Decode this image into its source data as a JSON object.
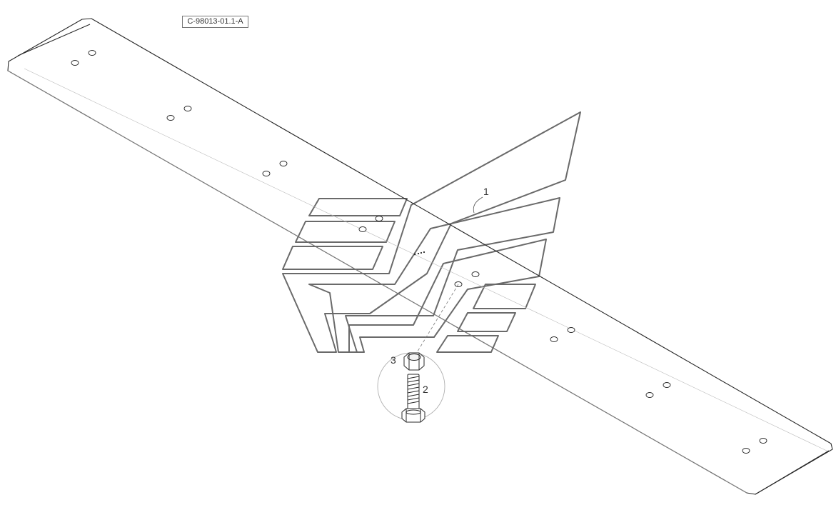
{
  "drawing_id": "C-98013-01.1-A",
  "callouts": {
    "blade": "1",
    "bolt": "2",
    "nut": "3"
  },
  "colors": {
    "line": "#2a2a2a",
    "watermark": "#6a6a6a",
    "detail_circle": "#b0b0b0"
  },
  "parts": [
    {
      "callout": "1",
      "icon": "cutting-edge-blade"
    },
    {
      "callout": "2",
      "icon": "bolt"
    },
    {
      "callout": "3",
      "icon": "nut"
    }
  ]
}
